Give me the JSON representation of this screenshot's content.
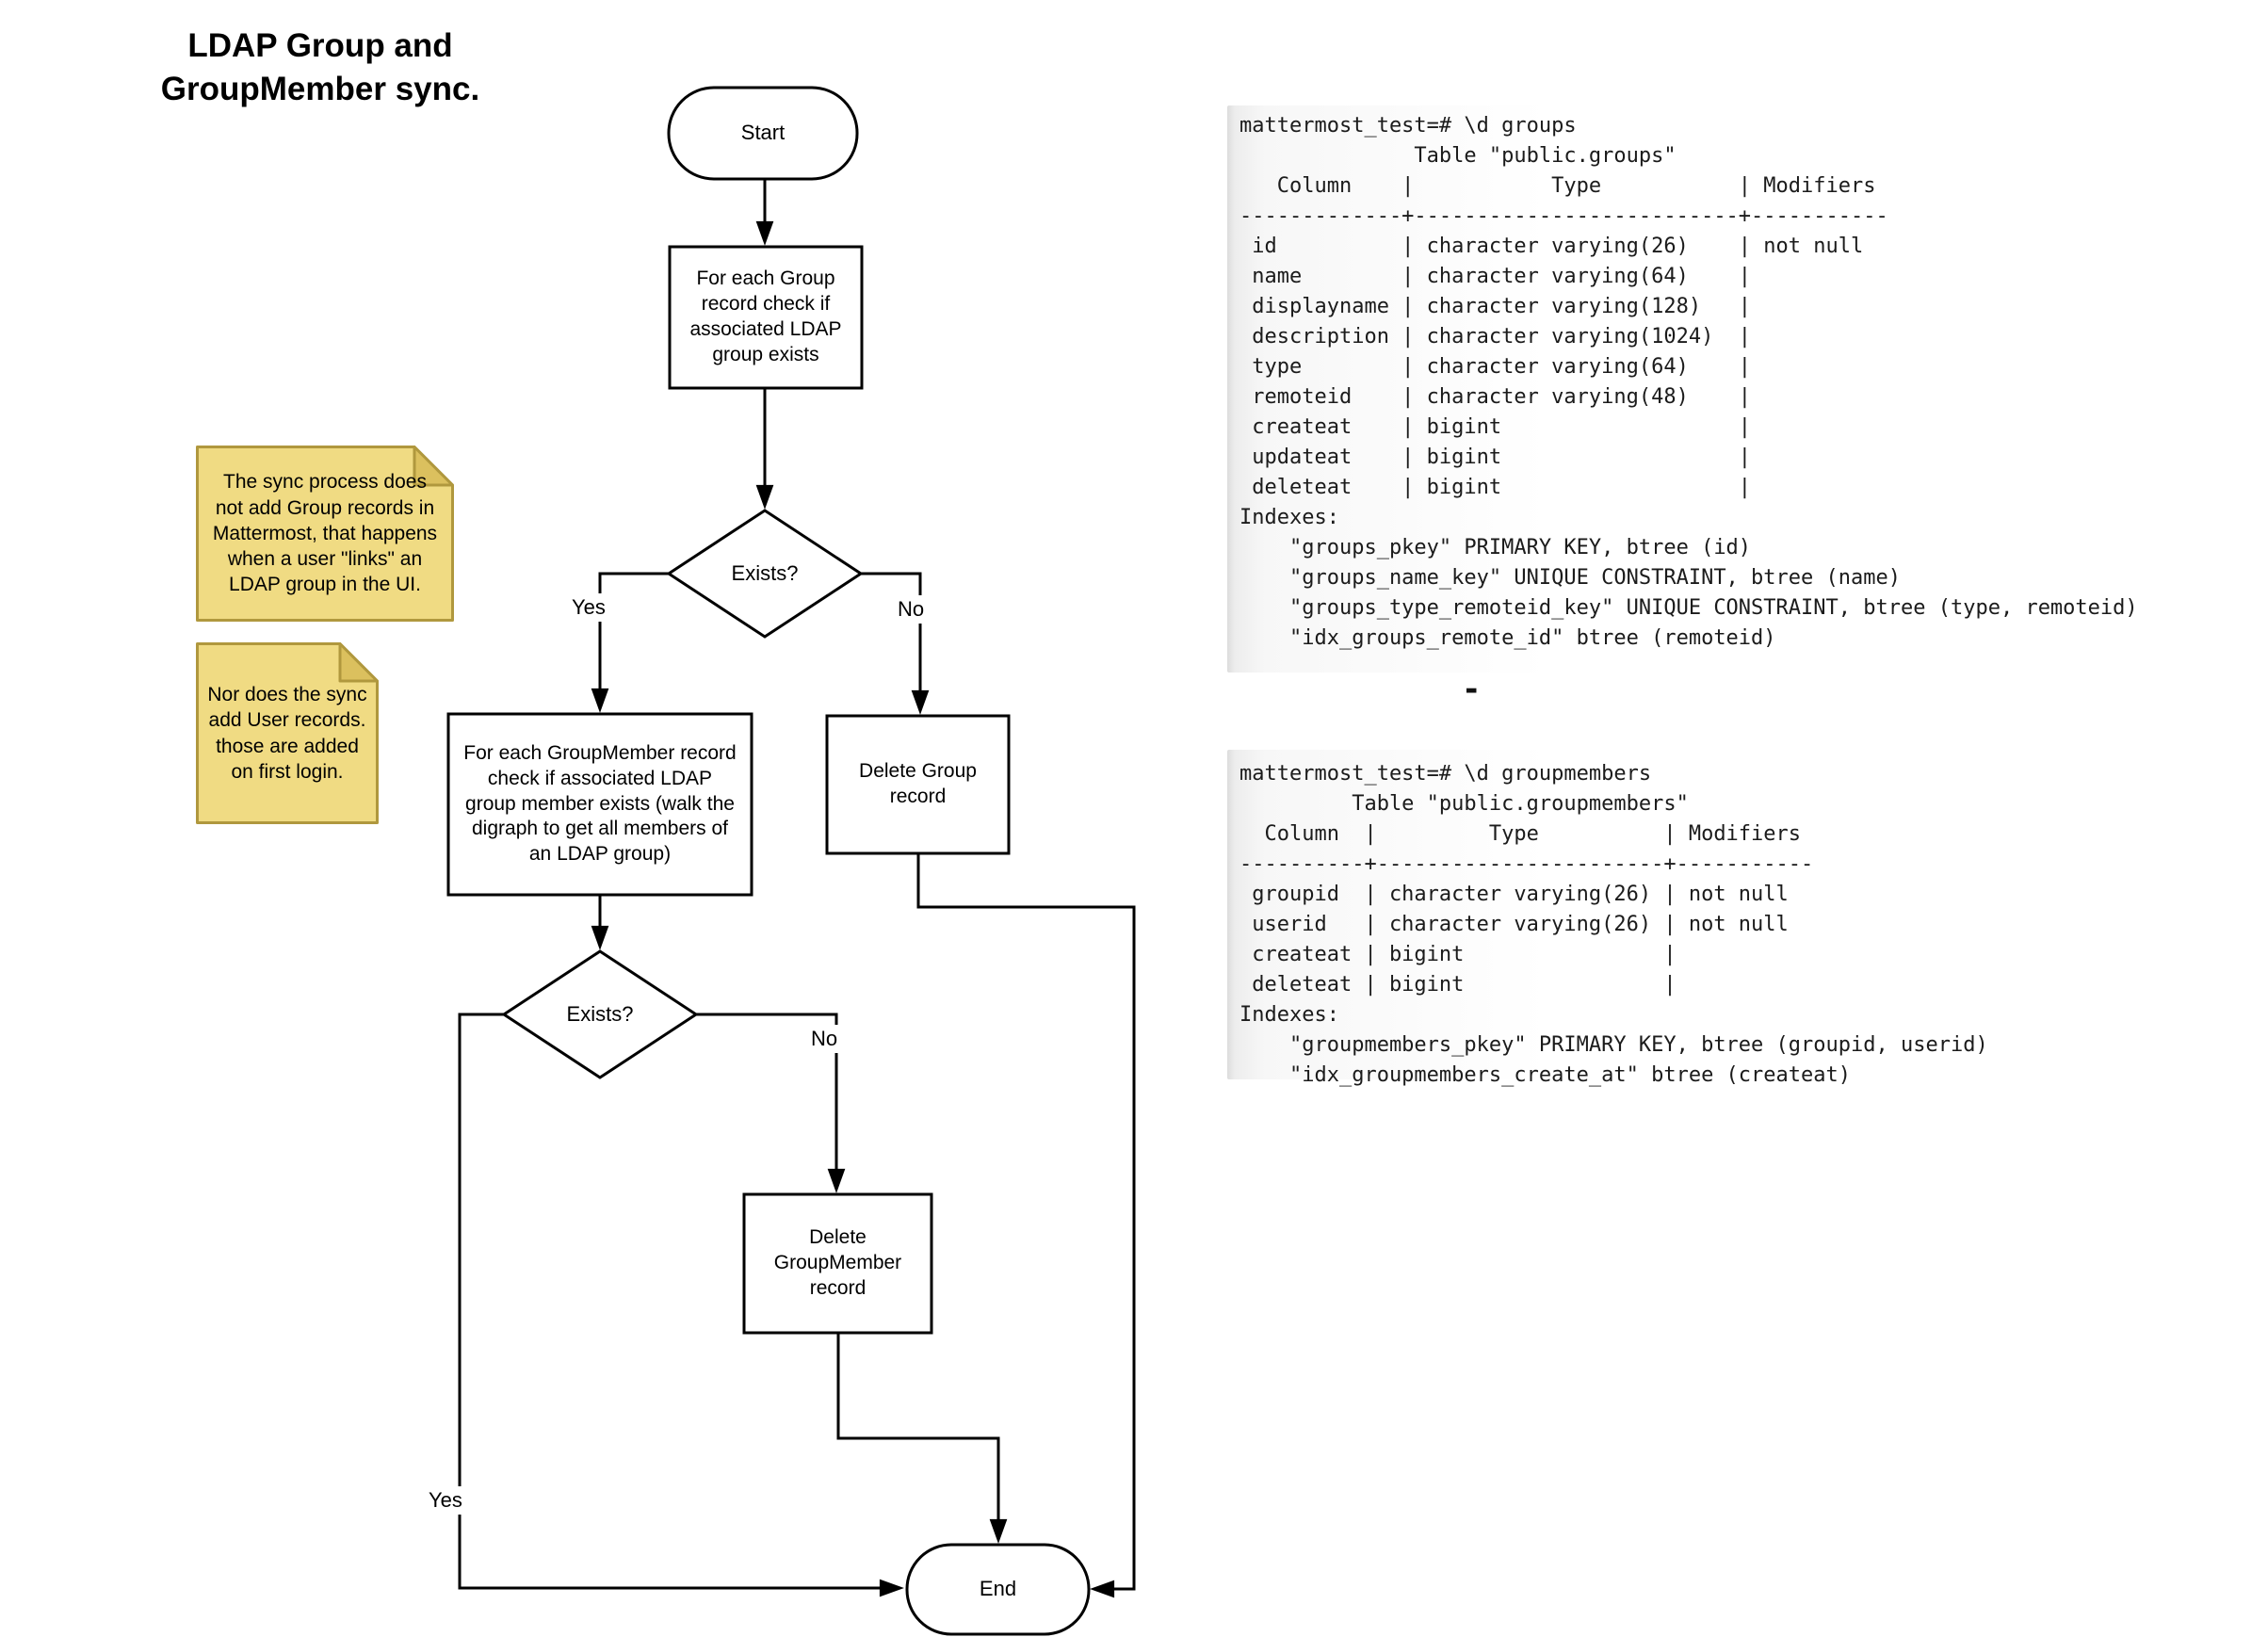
{
  "title": [
    "LDAP Group and",
    "GroupMember sync."
  ],
  "flowchart": {
    "start_label": "Start",
    "process_group_check": [
      "For each Group",
      "record check if",
      "associated LDAP",
      "group exists"
    ],
    "decision_group_exists": "Exists?",
    "label_yes_1": "Yes",
    "label_no_1": "No",
    "delete_group": [
      "Delete Group",
      "record"
    ],
    "process_groupmember_check": [
      "For each GroupMember record",
      "check if associated LDAP",
      "group member exists (walk the",
      "digraph to get all members of",
      "an LDAP group)"
    ],
    "decision_groupmember_exists": "Exists?",
    "label_yes_2": "Yes",
    "label_no_2": "No",
    "delete_groupmember": [
      "Delete",
      "GroupMember",
      "record"
    ],
    "end_label": "End"
  },
  "notes": {
    "note1": [
      "The sync process does",
      "not add Group records in",
      "Mattermost, that happens",
      "when a user \"links\" an",
      "LDAP group in the UI."
    ],
    "note2": [
      "Nor does the sync",
      "add User records.",
      "those are added",
      "on first login."
    ]
  },
  "terminals": {
    "groups_output": [
      "mattermost_test=# \\d groups",
      "              Table \"public.groups\"",
      "   Column    |           Type           | Modifiers ",
      "-------------+--------------------------+-----------",
      " id          | character varying(26)    | not null",
      " name        | character varying(64)    | ",
      " displayname | character varying(128)   | ",
      " description | character varying(1024)  | ",
      " type        | character varying(64)    | ",
      " remoteid    | character varying(48)    | ",
      " createat    | bigint                   | ",
      " updateat    | bigint                   | ",
      " deleteat    | bigint                   | ",
      "Indexes:",
      "    \"groups_pkey\" PRIMARY KEY, btree (id)",
      "    \"groups_name_key\" UNIQUE CONSTRAINT, btree (name)",
      "    \"groups_type_remoteid_key\" UNIQUE CONSTRAINT, btree (type, remoteid)",
      "    \"idx_groups_remote_id\" btree (remoteid)"
    ],
    "groups_cursor": "-",
    "groupmembers_output": [
      "mattermost_test=# \\d groupmembers",
      "         Table \"public.groupmembers\"",
      "  Column  |         Type          | Modifiers ",
      "----------+-----------------------+-----------",
      " groupid  | character varying(26) | not null",
      " userid   | character varying(26) | not null",
      " createat | bigint                | ",
      " deleteat | bigint                | ",
      "Indexes:",
      "    \"groupmembers_pkey\" PRIMARY KEY, btree (groupid, userid)",
      "    \"idx_groupmembers_create_at\" btree (createat)"
    ]
  },
  "colors": {
    "note_fill": "#F0DB83",
    "note_fold": "#DBC05E",
    "note_stroke": "#B0983E",
    "line_color": "#000000",
    "shape_fill": "#FFFFFF"
  }
}
